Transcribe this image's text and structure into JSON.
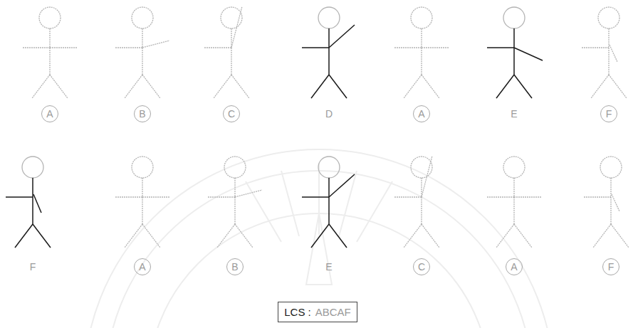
{
  "diagram": {
    "nodes": [
      {
        "text": [
          "A"
        ]
      },
      {
        "text": [
          "B"
        ]
      },
      {
        "text": [
          "C"
        ]
      },
      {
        "text": [
          "A"
        ]
      },
      {
        "text": [
          "F"
        ]
      },
      {
        "text": [
          "A"
        ]
      },
      {
        "text": [
          "B"
        ]
      },
      {
        "text": [
          "C"
        ]
      },
      {
        "text": [
          "A"
        ]
      },
      {
        "text": [
          "F"
        ]
      },
      {
        "text": [
          "LCS :",
          "ABCAF"
        ]
      }
    ],
    "labels": [
      "D",
      "E",
      "F",
      "E"
    ]
  }
}
